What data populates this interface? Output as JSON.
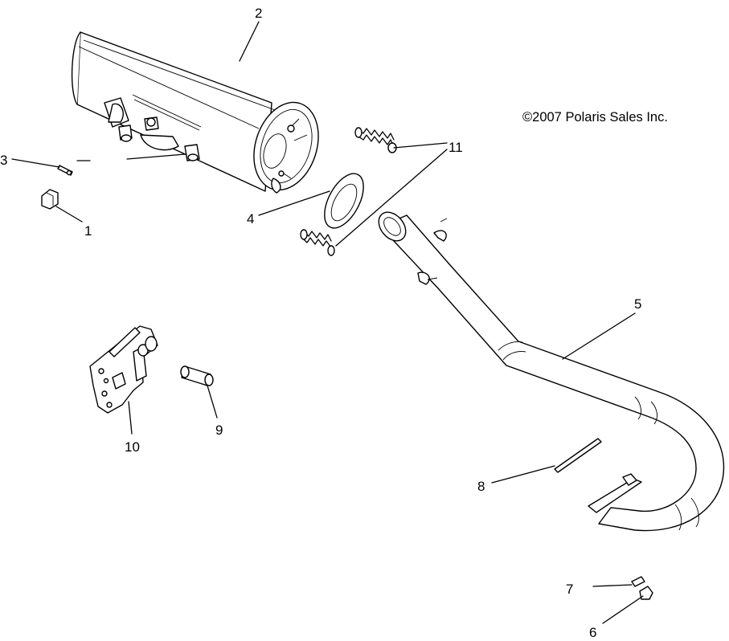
{
  "copyright": "©2007 Polaris Sales Inc.",
  "callouts": [
    {
      "id": "1",
      "label": "1"
    },
    {
      "id": "2",
      "label": "2"
    },
    {
      "id": "3",
      "label": "3"
    },
    {
      "id": "4",
      "label": "4"
    },
    {
      "id": "5",
      "label": "5"
    },
    {
      "id": "6",
      "label": "6"
    },
    {
      "id": "7",
      "label": "7"
    },
    {
      "id": "8",
      "label": "8"
    },
    {
      "id": "9",
      "label": "9"
    },
    {
      "id": "10",
      "label": "10"
    },
    {
      "id": "11",
      "label": "11"
    }
  ]
}
